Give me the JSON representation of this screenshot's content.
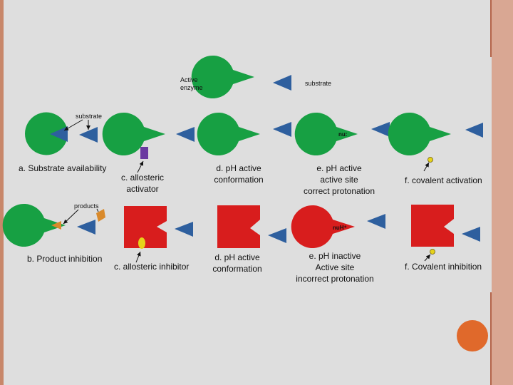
{
  "top": {
    "active_enzyme_line1": "Active",
    "active_enzyme_line2": "enzyme",
    "substrate": "substrate"
  },
  "row1": {
    "a": {
      "label": "a. Substrate availability",
      "substrate_tag": "substrate"
    },
    "c": {
      "line1": "c. allosteric",
      "line2": "activator"
    },
    "d": {
      "line1": "d. pH active",
      "line2": "conformation"
    },
    "e": {
      "line1": "e. pH active",
      "line2": "active site",
      "line3": "correct protonation",
      "nu": "nu:"
    },
    "f": {
      "label": "f. covalent activation"
    }
  },
  "row2": {
    "b": {
      "label": "b. Product  inhibition",
      "products_tag": "products"
    },
    "c": {
      "label": "c. allosteric inhibitor"
    },
    "d": {
      "line1": "d. pH active",
      "line2": "conformation"
    },
    "e": {
      "line1": "e. pH inactive",
      "line2": "Active site",
      "line3": "incorrect protonation",
      "nuh": "nuH⁺"
    },
    "f": {
      "label": "f. Covalent inhibition"
    }
  },
  "colors": {
    "enzyme_active": "#17a043",
    "enzyme_inactive": "#d81d1d",
    "substrate": "#2e5f9e",
    "allosteric_activator": "#6a3aa0",
    "allosteric_inhibitor": "#e6d21a",
    "product": "#d98a2b",
    "accent_orange": "#e0692b"
  }
}
